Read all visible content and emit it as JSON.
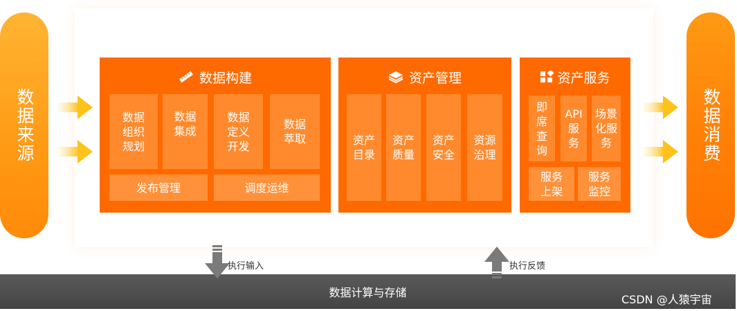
{
  "left_source": {
    "label": "数据来源"
  },
  "right_consume": {
    "label": "数据消费"
  },
  "build": {
    "title": "数据构建",
    "items": [
      "数据\n组织\n规划",
      "数据\n集成",
      "数据\n定义\n开发",
      "数据\n萃取"
    ],
    "bottom": [
      "发布管理",
      "调度运维"
    ]
  },
  "asset": {
    "title": "资产管理",
    "items": [
      "资产\n目录",
      "资产\n质量",
      "资产\n安全",
      "资源\n治理"
    ]
  },
  "service": {
    "title": "资产服务",
    "items": [
      "即\n席\n查\n询",
      "API\n服\n务",
      "场景\n化服\n务"
    ],
    "bottom": [
      "服务\n上架",
      "服务\n监控"
    ]
  },
  "arrows": {
    "input": "执行输入",
    "feedback": "执行反馈"
  },
  "bottom_bar": {
    "label": "数据计算与存储"
  },
  "watermark": "CSDN @人猿宇宙",
  "colors": {
    "primary": "#ff6a00",
    "box": "#ff8a2e",
    "source": "#ffa41f",
    "bar": "#4f4f4f"
  },
  "icons": {
    "build": "pencil-ruler-icon",
    "asset": "layers-icon",
    "service": "grid-blocks-icon"
  }
}
